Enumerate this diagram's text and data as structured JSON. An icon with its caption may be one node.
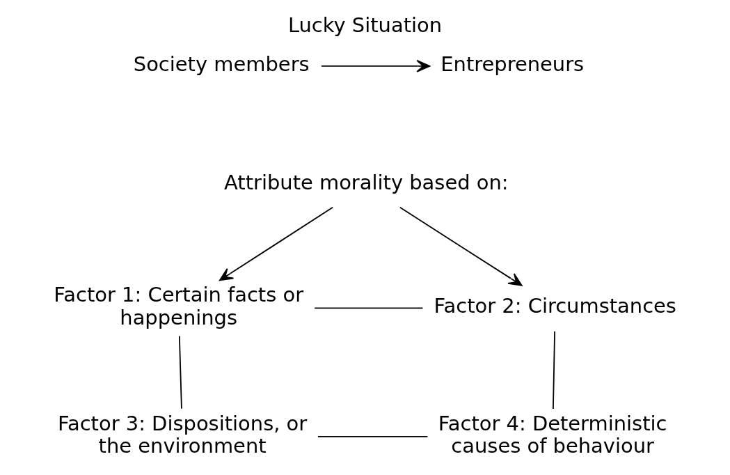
{
  "diagram": {
    "title": "Lucky Situation",
    "nodes": [
      {
        "text": [
          "Entrepreneurs"
        ]
      },
      {
        "text": [
          "Society members"
        ]
      },
      {
        "text": [
          "Attribute morality based on:"
        ]
      },
      {
        "text": [
          "Factor 1: Certain facts or happenings"
        ]
      },
      {
        "text": [
          "Factor 2: Circumstances"
        ]
      },
      {
        "text": [
          "Factor 3: Dispositions, or the environment"
        ]
      },
      {
        "text": [
          "Factor 4: Deterministic causes of behaviour"
        ]
      }
    ],
    "edges": [
      {
        "from": 1,
        "to": 0,
        "arrow": "to"
      },
      {
        "from": 2,
        "to": 3,
        "arrow": "to"
      },
      {
        "from": 2,
        "to": 4,
        "arrow": "to"
      },
      {
        "from": 3,
        "to": 4,
        "arrow": "none"
      },
      {
        "from": 3,
        "to": 5,
        "arrow": "none"
      },
      {
        "from": 4,
        "to": 6,
        "arrow": "none"
      },
      {
        "from": 5,
        "to": 6,
        "arrow": "none"
      }
    ]
  }
}
